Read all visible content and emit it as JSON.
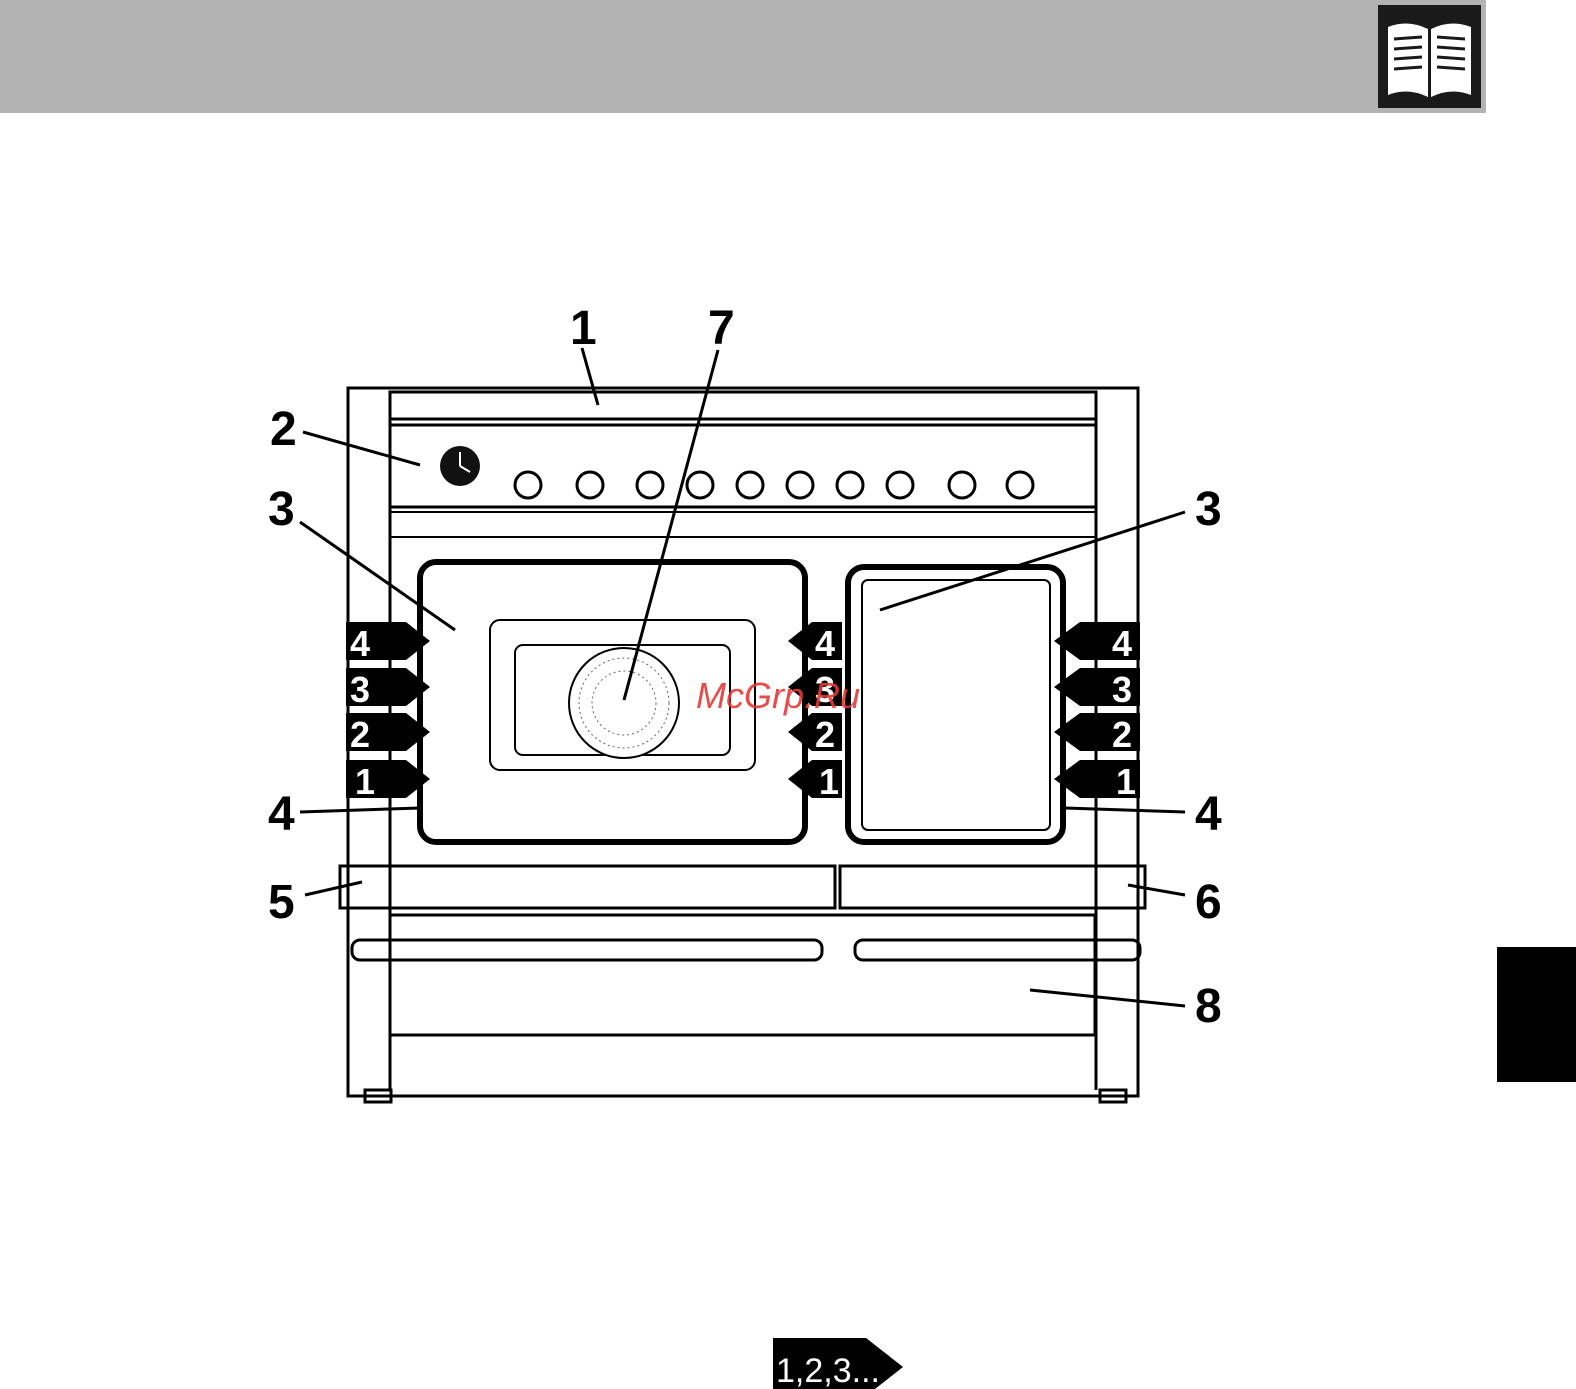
{
  "header": {
    "icon": "open-book-icon",
    "band_color": "#b3b3b3"
  },
  "diagram": {
    "callouts": {
      "c1": "1",
      "c2": "2",
      "c3_left": "3",
      "c3_right": "3",
      "c4_left": "4",
      "c4_right": "4",
      "c5": "5",
      "c6": "6",
      "c7": "7",
      "c8": "8"
    },
    "rack_levels": [
      "4",
      "3",
      "2",
      "1"
    ],
    "watermark": "McGrp.Ru"
  },
  "footer": {
    "next_label": "1,2,3..."
  },
  "side_tab": {
    "color": "#000000"
  }
}
